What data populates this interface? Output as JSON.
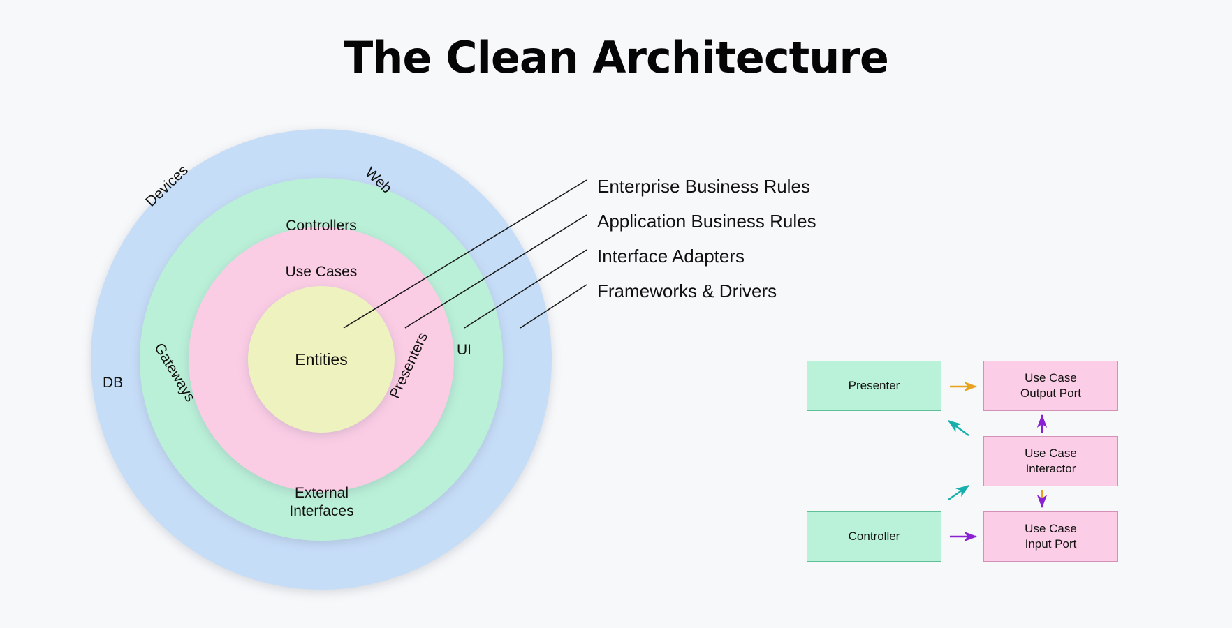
{
  "page": {
    "title": "The Clean Architecture",
    "background_color": "#f7f8fa"
  },
  "circles": {
    "rings": [
      {
        "id": "frameworks",
        "color": "#c6ddf8",
        "layer_label": "Frameworks & Drivers"
      },
      {
        "id": "interface-adapters",
        "color": "#baf0d8",
        "layer_label": "Interface Adapters"
      },
      {
        "id": "application-business-rules",
        "color": "#fbcde5",
        "layer_label": "Application Business Rules"
      },
      {
        "id": "enterprise-business-rules",
        "color": "#edf2bf",
        "layer_label": "Enterprise Business Rules"
      }
    ],
    "labels": {
      "entities": "Entities",
      "use_cases": "Use Cases",
      "controllers": "Controllers",
      "devices": "Devices",
      "web": "Web",
      "db": "DB",
      "ui": "UI",
      "gateways": "Gateways",
      "presenters": "Presenters",
      "external_interfaces_line1": "External",
      "external_interfaces_line2": "Interfaces"
    }
  },
  "layer_callouts": [
    "Enterprise Business Rules",
    "Application Business Rules",
    "Interface Adapters",
    "Frameworks & Drivers"
  ],
  "flow": {
    "boxes": {
      "presenter": "Presenter",
      "controller": "Controller",
      "use_case_output_port_line1": "Use Case",
      "use_case_output_port_line2": "Output Port",
      "use_case_interactor_line1": "Use Case",
      "use_case_interactor_line2": "Interactor",
      "use_case_input_port_line1": "Use Case",
      "use_case_input_port_line2": "Input Port"
    },
    "colors": {
      "green_fill": "#b9f2d8",
      "green_border": "#5fbf97",
      "pink_fill": "#fbcde6",
      "pink_border": "#d391b8",
      "arrow_orange": "#e8a31e",
      "arrow_purple": "#8b1fd4",
      "arrow_teal": "#17afac"
    },
    "arrows": [
      {
        "name": "presenter-to-output-port",
        "color": "#e8a31e",
        "direction": "right"
      },
      {
        "name": "interactor-to-presenter",
        "color": "#17afac",
        "direction": "up-left"
      },
      {
        "name": "interactor-to-output-port",
        "color": "#8b1fd4",
        "direction": "up"
      },
      {
        "name": "interactor-to-input-port",
        "color": "#e8a31e",
        "direction": "down"
      },
      {
        "name": "controller-to-interactor",
        "color": "#17afac",
        "direction": "up-right"
      },
      {
        "name": "controller-to-input-port",
        "color": "#8b1fd4",
        "direction": "right"
      }
    ]
  }
}
